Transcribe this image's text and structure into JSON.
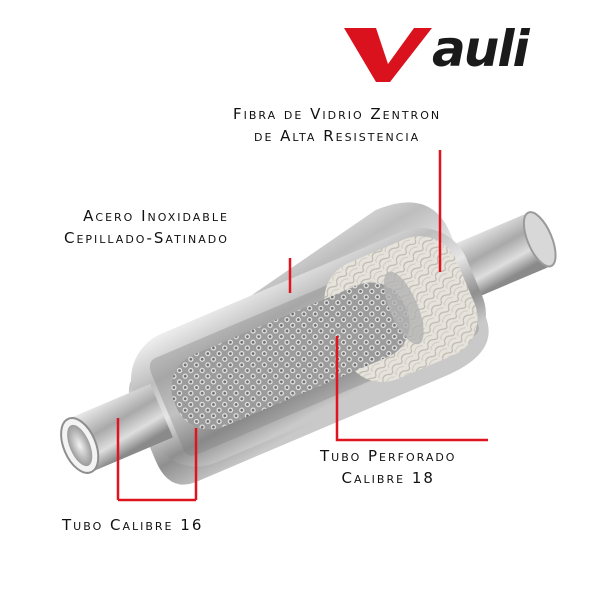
{
  "brand": {
    "logo_text": "Vauli",
    "color": "#d9121e"
  },
  "callouts": {
    "fibra": {
      "line1": "Fibra de Vidrio Zentron",
      "line2": "de Alta Resistencia"
    },
    "acero": {
      "line1": "Acero Inoxidable",
      "line2": "Cepillado-Satinado"
    },
    "perforado": {
      "line1": "Tubo Perforado",
      "line2": "Calibre 18"
    },
    "tubo": {
      "line1": "Tubo Calibre 16"
    }
  },
  "colors": {
    "leader_line": "#e0141e",
    "text": "#111111"
  }
}
